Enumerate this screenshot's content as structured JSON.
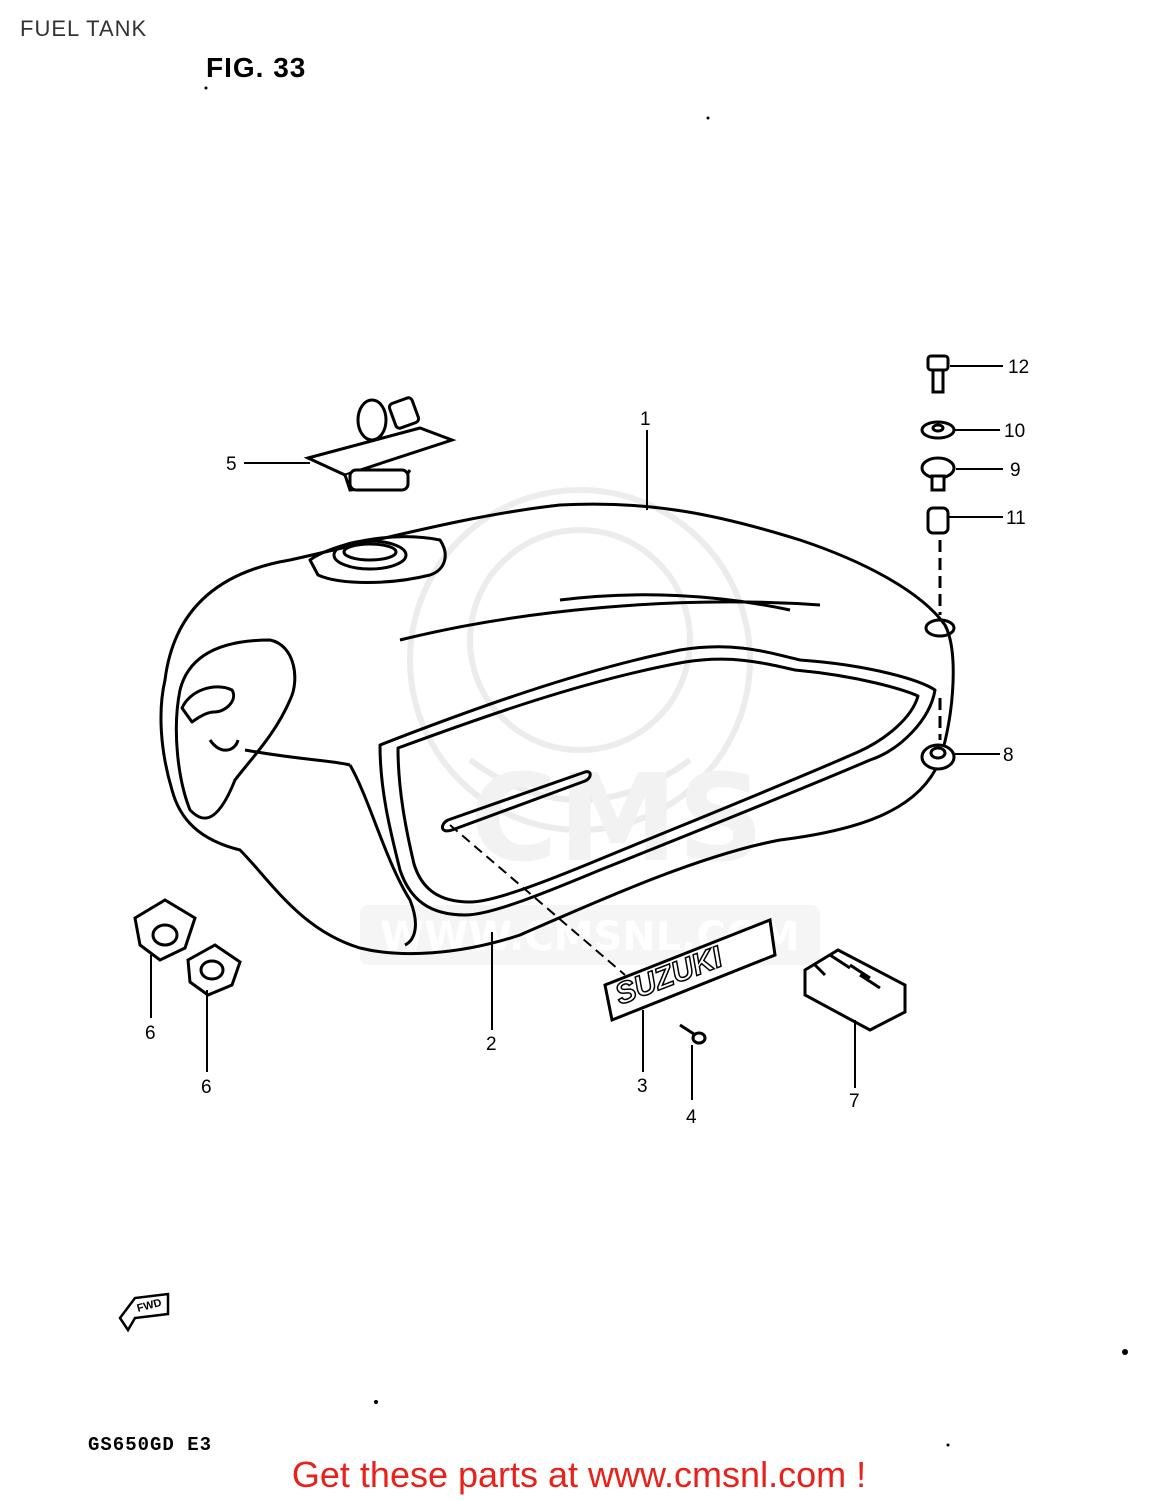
{
  "header": {
    "title": "FUEL TANK"
  },
  "figure": {
    "label": "FIG. 33",
    "model": "GS650GD E3",
    "direction_tag": "FWD"
  },
  "callouts": [
    {
      "id": "c1",
      "number": "1"
    },
    {
      "id": "c2",
      "number": "2"
    },
    {
      "id": "c3",
      "number": "3"
    },
    {
      "id": "c4",
      "number": "4"
    },
    {
      "id": "c5",
      "number": "5"
    },
    {
      "id": "c6a",
      "number": "6"
    },
    {
      "id": "c6b",
      "number": "6"
    },
    {
      "id": "c7",
      "number": "7"
    },
    {
      "id": "c8",
      "number": "8"
    },
    {
      "id": "c9",
      "number": "9"
    },
    {
      "id": "c10",
      "number": "10"
    },
    {
      "id": "c11",
      "number": "11"
    },
    {
      "id": "c12",
      "number": "12"
    }
  ],
  "emblem": {
    "text": "SUZUKI"
  },
  "watermark": {
    "brand": "CMS",
    "url": "WWW.CMSNL.COM"
  },
  "footer": {
    "link_text": "Get these parts at www.cmsnl.com !",
    "link_color": "#e8221b"
  }
}
